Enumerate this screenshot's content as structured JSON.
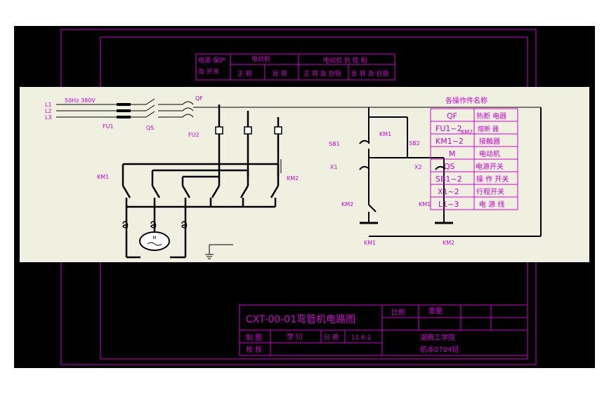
{
  "top_table": {
    "col1_row1": "电源 保护",
    "col1_row2": "及 开关",
    "motor_header": "电动机",
    "forward": "正 转",
    "reverse": "反 转",
    "control_header": "电动机 的 控 制",
    "fwd_lock": "正 转 及 自锁",
    "rev_lock": "反 转 及 自锁"
  },
  "circuit": {
    "lines": [
      "L1",
      "L2",
      "L3"
    ],
    "supply": "50Hz 380V",
    "fu1": "FU1",
    "qs": "QS",
    "qf": "QF",
    "fu2": "FU2",
    "km1_left": "KM1",
    "km2_left": "KM2",
    "motor": "M",
    "sb1": "SB1",
    "sb2": "SB2",
    "km1_aux": "KM1",
    "km2_aux": "KM2",
    "x1": "X1",
    "x2": "X2",
    "km2_lower": "KM2",
    "km1_lower": "KM1",
    "coil_km1": "KM1",
    "coil_km2": "KM2"
  },
  "legend": {
    "title": "各操作件名称",
    "rows": [
      {
        "code": "QF",
        "name": "热断 电器"
      },
      {
        "code": "FU1~2",
        "name": "熔断 器"
      },
      {
        "code": "KM1~2",
        "name": "接触器"
      },
      {
        "code": "M",
        "name": "电动机"
      },
      {
        "code": "QS",
        "name": "电源开关"
      },
      {
        "code": "SB1~2",
        "name": "操 作 开关"
      },
      {
        "code": "X1~2",
        "name": "行程开关"
      },
      {
        "code": "L1~3",
        "name": "电 源 线"
      }
    ]
  },
  "title_block": {
    "drawing_title": "CXT-00-01弯管机电路图",
    "scale_label": "比例",
    "weight_label": "重量",
    "draw_label": "制 图",
    "drawer": "李 衍",
    "date_label": "日 期",
    "date": "11.6.1",
    "check_label": "校 核",
    "school": "湖南工学院",
    "class": "机本0704班"
  },
  "colors": {
    "frame": "#d000d0",
    "panel": "#f0f0e0",
    "canvas": "#000000"
  }
}
